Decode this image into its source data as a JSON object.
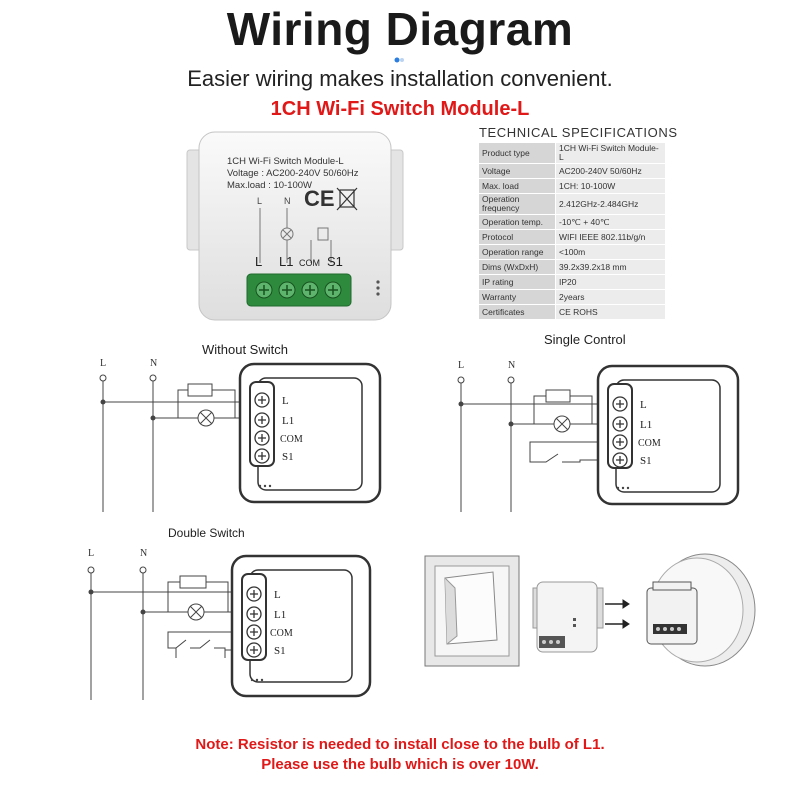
{
  "header": {
    "title": "Wiring Diagram",
    "subtitle": "Easier wiring makes installation convenient.",
    "product_name": "1CH Wi-Fi Switch Module-L"
  },
  "module_face": {
    "line1": "1CH Wi-Fi Switch Module-L",
    "line2": "Voltage : AC200-240V 50/60Hz",
    "line3": "Max.load : 10-100W",
    "top_l": "L",
    "top_n": "N",
    "ce_mark": "CE",
    "term_l": "L",
    "term_l1": "L1",
    "term_com": "COM",
    "term_s1": "S1"
  },
  "specs": {
    "heading": "TECHNICAL SPECIFICATIONS",
    "rows": [
      {
        "key": "Product type",
        "value": "1CH Wi-Fi Switch Module-L"
      },
      {
        "key": "Voltage",
        "value": "AC200-240V 50/60Hz"
      },
      {
        "key": "Max. load",
        "value": "1CH: 10-100W"
      },
      {
        "key": "Operation frequency",
        "value": "2.412GHz-2.484GHz"
      },
      {
        "key": "Operation temp.",
        "value": "-10℃ + 40℃"
      },
      {
        "key": "Protocol",
        "value": "WIFI IEEE 802.11b/g/n"
      },
      {
        "key": "Operation range",
        "value": "<100m"
      },
      {
        "key": "Dims (WxDxH)",
        "value": "39.2x39.2x18 mm"
      },
      {
        "key": "IP rating",
        "value": "IP20"
      },
      {
        "key": "Warranty",
        "value": "2years"
      },
      {
        "key": "Certificates",
        "value": "CE ROHS"
      }
    ]
  },
  "diagrams": {
    "without_switch": {
      "caption": "Without Switch"
    },
    "single_control": {
      "caption": "Single Control"
    },
    "double_switch": {
      "caption": "Double Switch"
    },
    "labels": {
      "l": "L",
      "n": "N",
      "term_l": "L",
      "term_l1": "L1",
      "term_com": "COM",
      "term_s1": "S1"
    }
  },
  "notes": {
    "line1": "Note: Resistor is needed to install close to the bulb of L1.",
    "line2": "Please use the bulb which is over 10W."
  },
  "colors": {
    "accent_red": "#e01818",
    "terminal_green": "#2e8b3e"
  }
}
